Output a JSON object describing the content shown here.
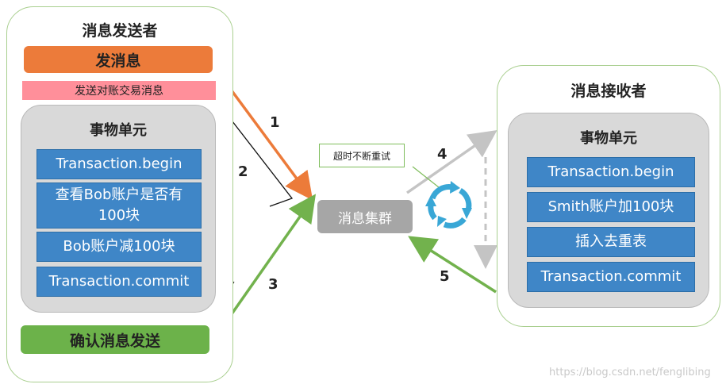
{
  "sender": {
    "title": "消息发送者",
    "send_button": "发消息",
    "reconcile_label": "发送对账交易消息",
    "unit_title": "事物单元",
    "steps": [
      "Transaction.begin",
      "查看Bob账户是否有100块",
      "Bob账户减100块",
      "Transaction.commit"
    ],
    "confirm_button": "确认消息发送"
  },
  "cluster": {
    "label": "消息集群",
    "retry_label": "超时不断重试"
  },
  "receiver": {
    "title": "消息接收者",
    "unit_title": "事物单元",
    "steps": [
      "Transaction.begin",
      "Smith账户加100块",
      "插入去重表",
      "Transaction.commit"
    ]
  },
  "step_numbers": [
    "1",
    "2",
    "3",
    "4",
    "5"
  ],
  "colors": {
    "panel_border": "#a9cf8f",
    "inner_bg": "#d9d9d9",
    "step_box": "#3f86c7",
    "send_button": "#ec7b3a",
    "reconcile_label": "#ff8f9a",
    "confirm_button": "#6cb24a",
    "cluster": "#a6a6a6",
    "arrow_orange": "#ec7b3a",
    "arrow_green": "#72b24d",
    "arrow_gray": "#bdbdbd",
    "cycle_blue": "#39a7d6"
  },
  "icons": [
    "cycle-arrows-icon"
  ],
  "watermark": "https://blog.csdn.net/fenglibing"
}
